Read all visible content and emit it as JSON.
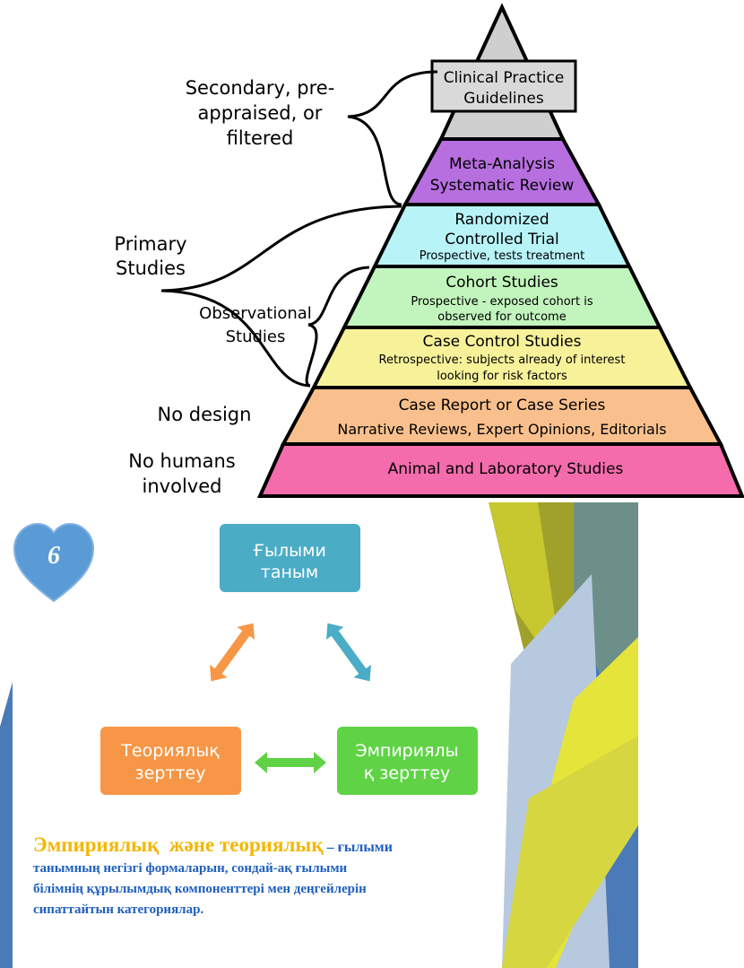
{
  "pyramid": {
    "levels": [
      {
        "key": "cpg",
        "lines": [
          "Clinical Practice",
          "Guidelines"
        ],
        "small": [],
        "color": "#d9d9d9"
      },
      {
        "key": "meta",
        "lines": [
          "Meta-Analysis",
          "Systematic Review"
        ],
        "small": [],
        "color": "#b76fe0"
      },
      {
        "key": "rct",
        "lines": [
          "Randomized",
          "Controlled Trial"
        ],
        "small": [
          "Prospective, tests treatment"
        ],
        "color": "#b8f3f7"
      },
      {
        "key": "cohort",
        "lines": [
          "Cohort Studies"
        ],
        "small": [
          "Prospective - exposed cohort is",
          "observed for outcome"
        ],
        "color": "#c2f5bd"
      },
      {
        "key": "casecontrol",
        "lines": [
          "Case Control Studies"
        ],
        "small": [
          "Retrospective: subjects already of interest",
          "looking for risk factors"
        ],
        "color": "#f7f29a"
      },
      {
        "key": "casereport",
        "lines": [
          "Case Report or Case Series",
          "Narrative Reviews, Expert Opinions, Editorials"
        ],
        "small": [],
        "color": "#f9c08d"
      },
      {
        "key": "animal",
        "lines": [
          "Animal and Laboratory Studies"
        ],
        "small": [],
        "color": "#f46cac"
      }
    ],
    "side_labels": {
      "secondary": [
        "Secondary, pre-",
        "appraised, or",
        "filtered"
      ],
      "primary": [
        "Primary",
        "Studies"
      ],
      "observational": [
        "Observational",
        "Studies"
      ],
      "no_design": [
        "No design"
      ],
      "no_humans": [
        "No humans",
        "involved"
      ]
    }
  },
  "slide": {
    "badge_number": "6",
    "badge_color": "#5b9bd5",
    "boxes": {
      "top": {
        "lines": [
          "Ғылыми",
          "таным"
        ],
        "color": "#4bacc6"
      },
      "left": {
        "lines": [
          "Теориялық",
          "зерттеу"
        ],
        "color": "#f79646"
      },
      "right": {
        "lines": [
          "Эмпириялы",
          "қ зерттеу"
        ],
        "color": "#5fd345"
      }
    },
    "caption": {
      "highlight": "Эмпириялық  және теориялық",
      "dash_rest": " – ғылыми",
      "lines": [
        "танымның негізгі формаларын, сондай-ақ ғылыми",
        "білімнің құрылымдық компоненттері мен деңгейлерін",
        "сипаттайтын категориялар."
      ],
      "highlight_color": "#f2b705",
      "body_color": "#1f5fbf"
    }
  }
}
